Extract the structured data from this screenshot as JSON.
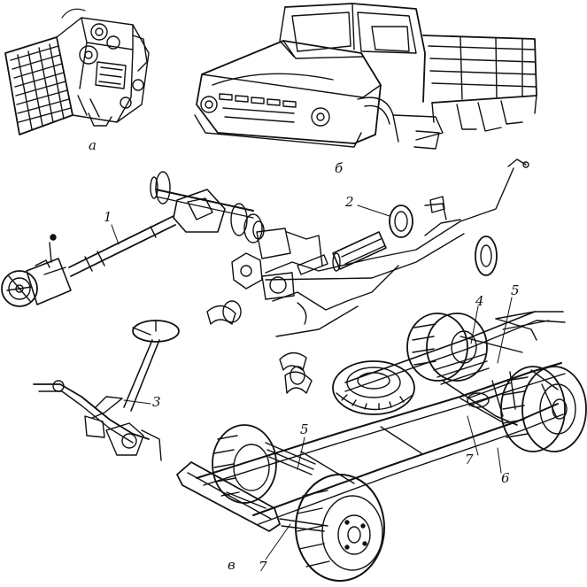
{
  "figure": {
    "section_labels": {
      "a": "а",
      "b": "б",
      "c": "в"
    },
    "callouts": {
      "n1": "1",
      "n2": "2",
      "n3": "3",
      "n4": "4",
      "n5_top": "5",
      "n5_front": "5",
      "n6": "6",
      "n7_rear": "7",
      "n7_front": "7"
    }
  },
  "colors": {
    "ink": "#111111",
    "paper": "#ffffff"
  }
}
